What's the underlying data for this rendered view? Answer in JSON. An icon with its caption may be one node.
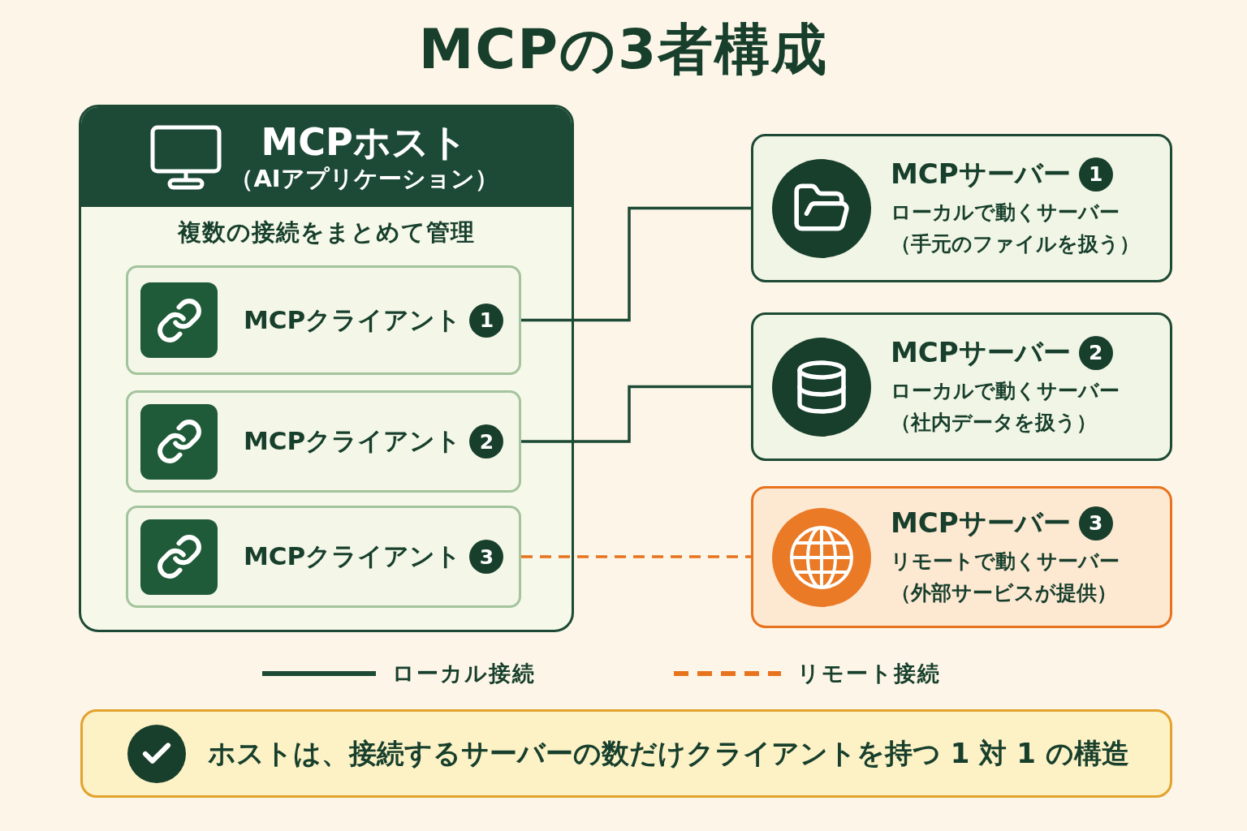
{
  "diagram": {
    "title": "MCPの3者構成",
    "nodes": [
      {
        "text": [
          "MCPホスト",
          "（AIアプリケーション）",
          "複数の接続をまとめて管理"
        ]
      },
      {
        "text": [
          "MCPクライアント",
          "1"
        ],
        "in": 0
      },
      {
        "text": [
          "MCPクライアント",
          "2"
        ],
        "in": 0
      },
      {
        "text": [
          "MCPクライアント",
          "3"
        ],
        "in": 0
      },
      {
        "text": [
          "MCPサーバー",
          "1",
          "ローカルで動くサーバー",
          "（手元のファイルを扱う）"
        ]
      },
      {
        "text": [
          "MCPサーバー",
          "2",
          "ローカルで動くサーバー",
          "（社内データを扱う）"
        ]
      },
      {
        "text": [
          "MCPサーバー",
          "3",
          "リモートで動くサーバー",
          "（外部サービスが提供）"
        ]
      },
      {
        "text": [
          "ホストは、接続するサーバーの数だけクライアントを持つ 1 対 1 の構造"
        ]
      }
    ],
    "edges": [
      {
        "from": 1,
        "to": 4,
        "arrow": "none"
      },
      {
        "from": 2,
        "to": 5,
        "arrow": "none"
      },
      {
        "from": 3,
        "to": 6,
        "arrow": "none",
        "style": "dashed",
        "color": "#e8731f"
      }
    ],
    "legend": [
      {
        "text": "ローカル接続"
      },
      {
        "text": "リモート接続"
      }
    ]
  }
}
